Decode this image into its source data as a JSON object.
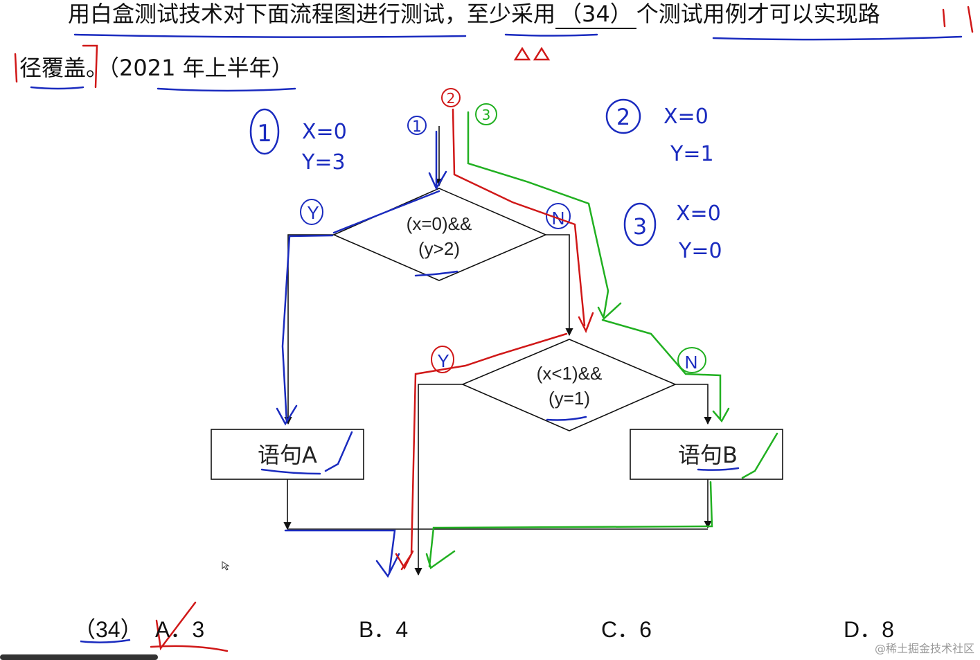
{
  "question": {
    "line1_prefix": "用白盒测试技术对下面流程图进行测试，",
    "line1_mid": "至少采用",
    "blank": "（34）",
    "line1_suffix": "个测试用例才可以实现路",
    "line2": "径覆盖。",
    "source": "（2021 年上半年）"
  },
  "flowchart": {
    "decision1": [
      "(x=0)&&",
      "(y>2)"
    ],
    "decision2": [
      "(x<1)&&",
      "(y=1)"
    ],
    "stmtA": "语句A",
    "stmtB": "语句B",
    "yes_label": "Y",
    "no_label": "N"
  },
  "annotations": {
    "case1": {
      "num": "①",
      "l1": "X=0",
      "l2": "Y=3",
      "color": "#1a2bbf"
    },
    "case2": {
      "num": "②",
      "l1": "X=0",
      "l2": "Y=1",
      "color": "#1a2bbf"
    },
    "case3": {
      "num": "③",
      "l1": "X=0",
      "l2": "Y=0",
      "color": "#1a2bbf"
    },
    "path1_marker": "①",
    "path2_marker": "②",
    "path3_marker": "③",
    "path1_color": "#1a2bbf",
    "path2_color": "#d01818",
    "path3_color": "#21b021"
  },
  "options": {
    "num": "（34）",
    "a": "A．3",
    "b": "B．4",
    "c": "C．6",
    "d": "D．8"
  },
  "watermark": "@稀土掘金技术社区"
}
